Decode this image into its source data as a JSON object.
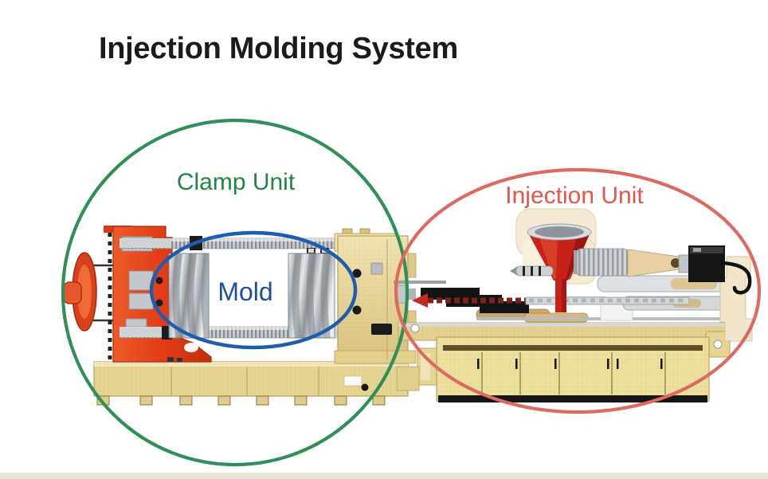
{
  "page": {
    "title": "Injection Molding System",
    "background_color": "#ffffff",
    "title_color": "#1b1b1b"
  },
  "annotations": {
    "clamp_unit": {
      "label": "Clamp Unit",
      "text_color": "#218544",
      "circle_color": "#2f9057"
    },
    "injection_unit": {
      "label": "Injection Unit",
      "text_color": "#e2564b",
      "circle_color": "#dd6a60"
    },
    "mold": {
      "label": "Mold",
      "text_color": "#1c509f",
      "circle_color": "#1e5dab"
    }
  },
  "machine": {
    "description_colors": {
      "clamp_housing_red": "#e23c16",
      "hopper_red": "#c62218",
      "frame_beige": "#e6d592",
      "cabinet_stripe_brown": "#5f4f26",
      "metal_gray": "#c9cdd0",
      "barrel_black": "#141414"
    }
  }
}
